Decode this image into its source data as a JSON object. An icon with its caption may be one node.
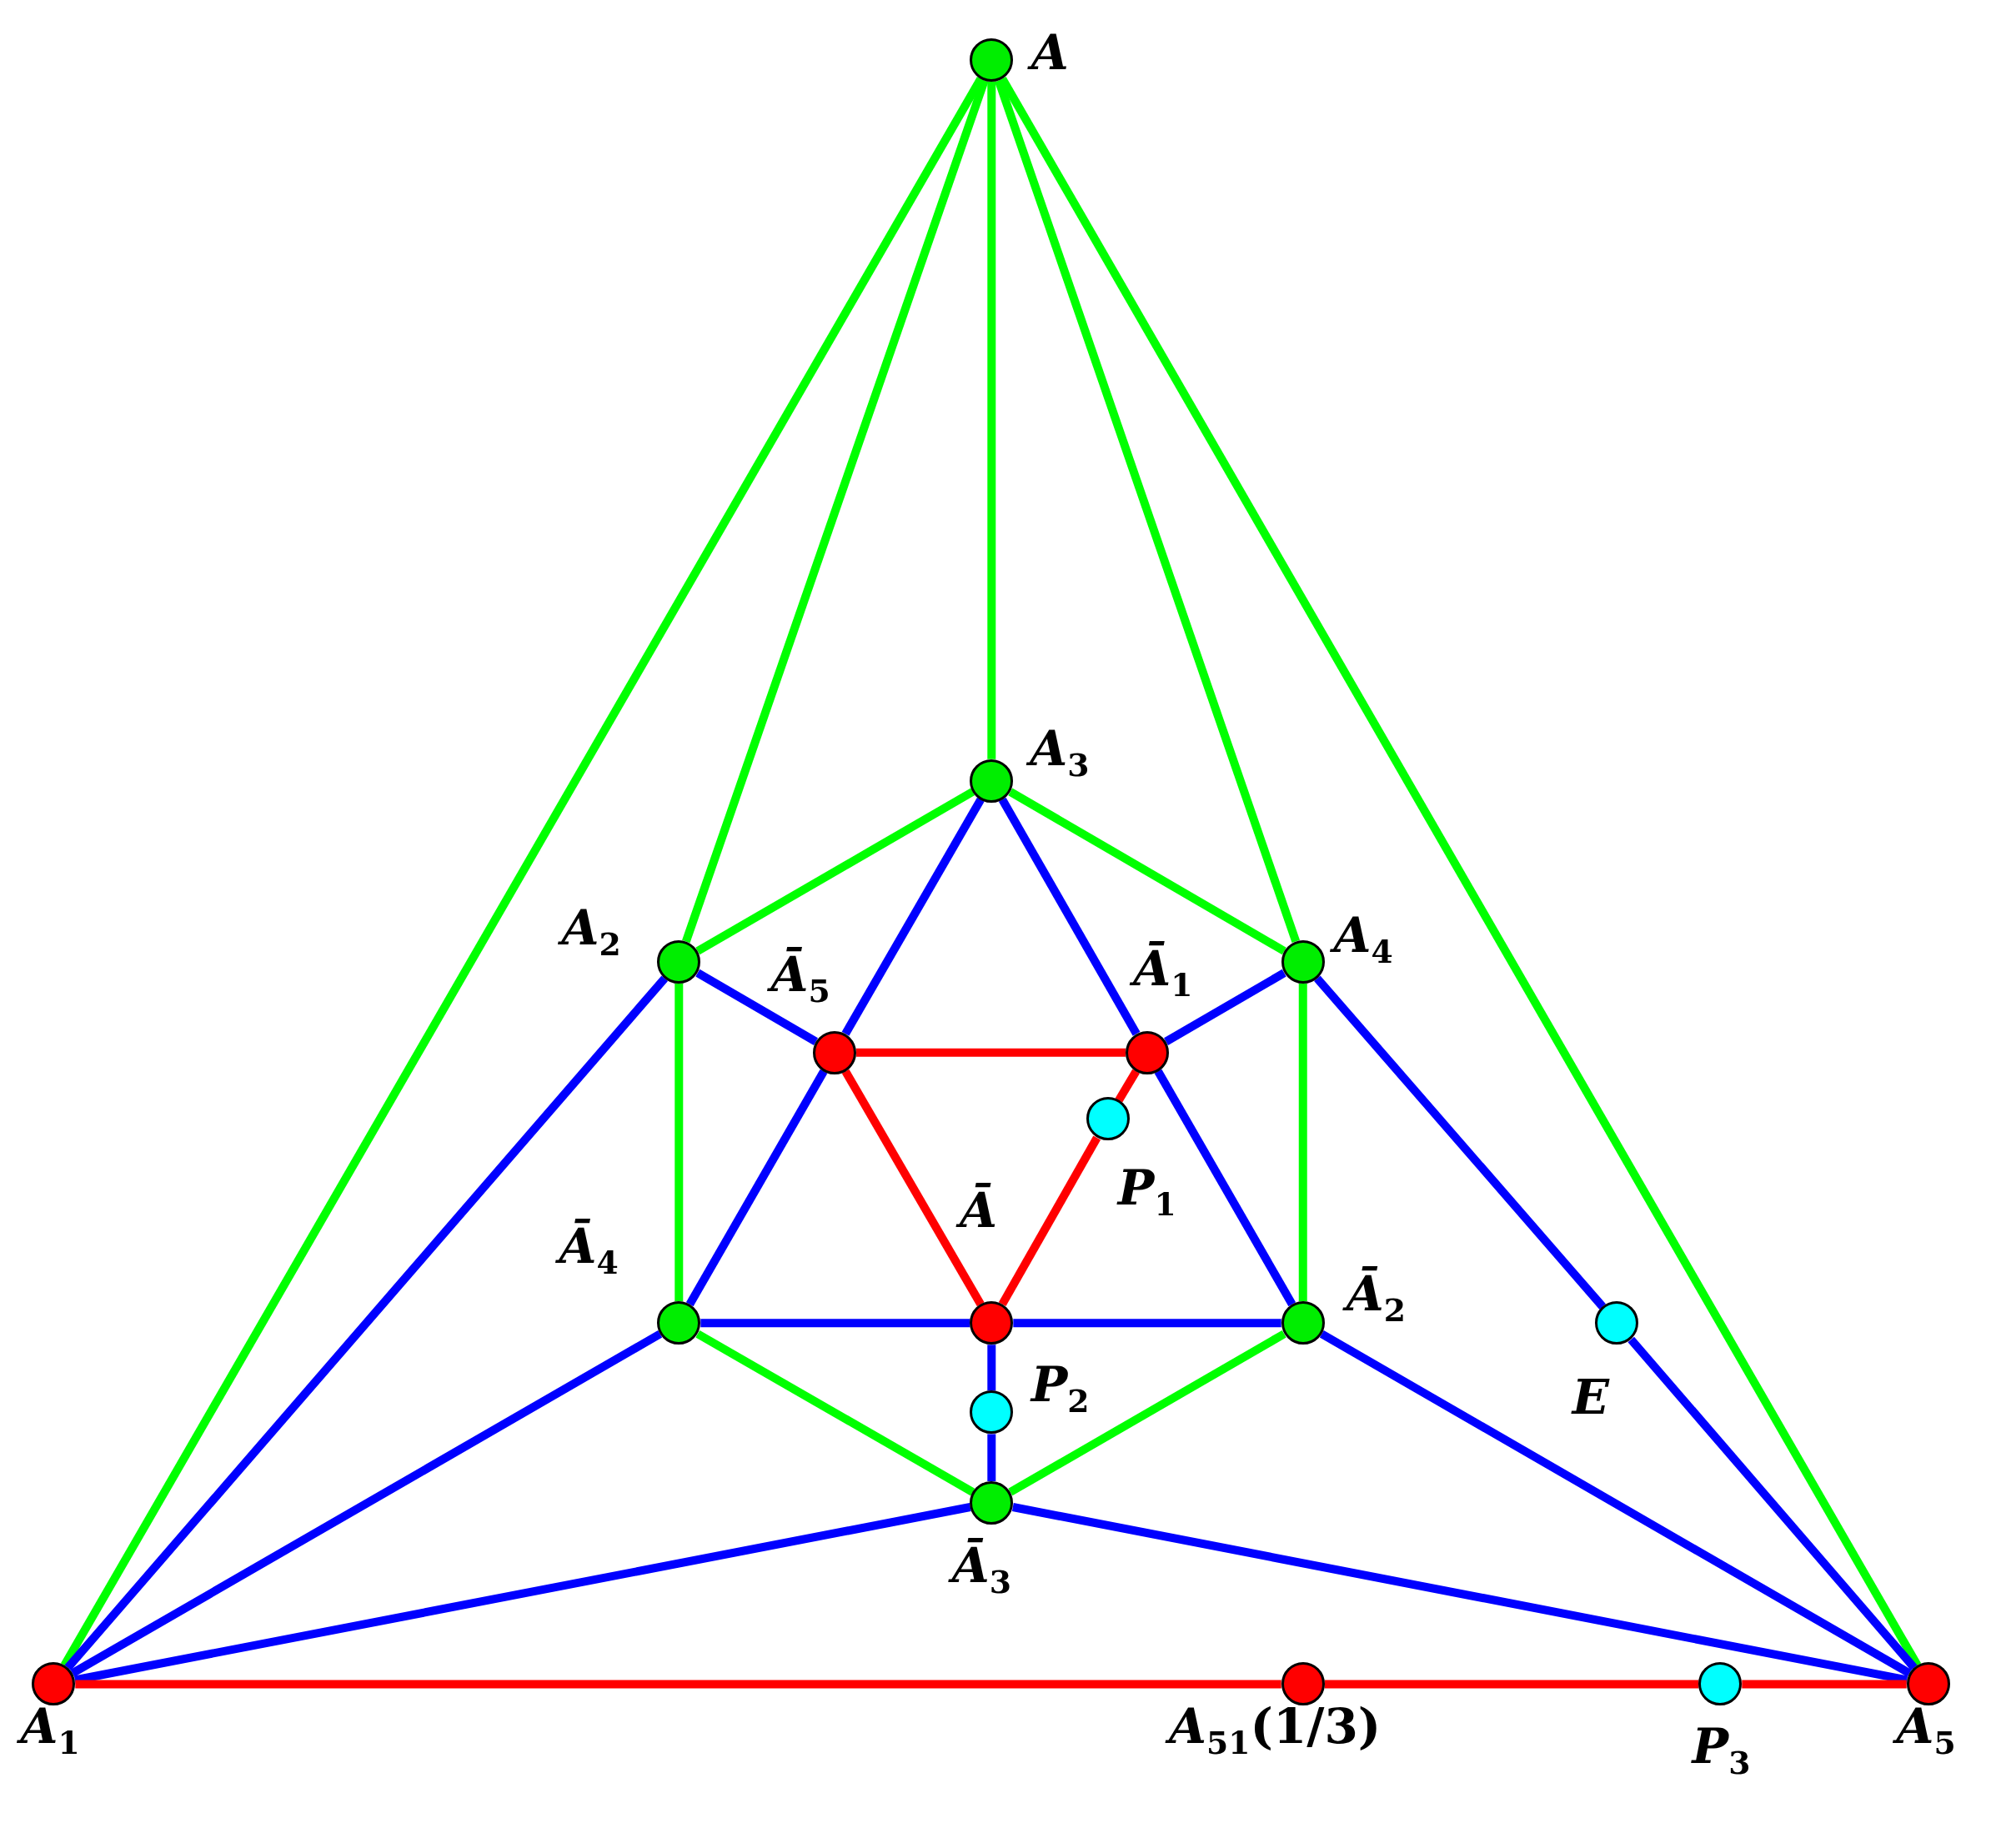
{
  "diagram": {
    "nodes": [
      {
        "text": [],
        "shape": "circle",
        "beside": [
          "*A*"
        ]
      },
      {
        "text": [],
        "shape": "circle",
        "beside": [
          "*A*$_{3}$"
        ]
      },
      {
        "text": [],
        "shape": "circle",
        "beside": [
          "*A*$_{2}$"
        ]
      },
      {
        "text": [],
        "shape": "circle",
        "beside": [
          "*A*$_{4}$"
        ]
      },
      {
        "text": [],
        "shape": "circle",
        "beside": [
          "*Ā*$_{5}$"
        ]
      },
      {
        "text": [],
        "shape": "circle",
        "beside": [
          "*Ā*$_{1}$"
        ]
      },
      {
        "text": [],
        "shape": "circle",
        "beside": [
          "*P*$_{1}$"
        ]
      },
      {
        "text": [],
        "shape": "circle",
        "beside": [
          "*Ā*$_{4}$"
        ]
      },
      {
        "text": [],
        "shape": "circle",
        "beside": [
          "*Ā*"
        ]
      },
      {
        "text": [],
        "shape": "circle",
        "beside": [
          "*Ā*$_{2}$"
        ]
      },
      {
        "text": [],
        "shape": "circle",
        "beside": [
          "*E*"
        ]
      },
      {
        "text": [],
        "shape": "circle",
        "beside": [
          "*P*$_{2}$"
        ]
      },
      {
        "text": [],
        "shape": "circle",
        "beside": [
          "*Ā*$_{3}$"
        ]
      },
      {
        "text": [],
        "shape": "circle",
        "beside": [
          "*A*$_{1}$"
        ]
      },
      {
        "text": [],
        "shape": "circle",
        "beside": [
          "*A*$_{51}$(1/3)"
        ]
      },
      {
        "text": [],
        "shape": "circle",
        "beside": [
          "*P*$_{3}$"
        ]
      },
      {
        "text": [],
        "shape": "circle",
        "beside": [
          "*A*$_{5}$"
        ]
      }
    ],
    "edges": [
      {
        "from": 0,
        "to": 13,
        "arrow": "none",
        "color": "#00ff00"
      },
      {
        "from": 0,
        "to": 2,
        "arrow": "none",
        "color": "#00ff00"
      },
      {
        "from": 0,
        "to": 1,
        "arrow": "none",
        "color": "#00ff00"
      },
      {
        "from": 0,
        "to": 3,
        "arrow": "none",
        "color": "#00ff00"
      },
      {
        "from": 0,
        "to": 16,
        "arrow": "none",
        "color": "#00ff00"
      },
      {
        "from": 1,
        "to": 2,
        "arrow": "none",
        "color": "#00ff00"
      },
      {
        "from": 1,
        "to": 3,
        "arrow": "none",
        "color": "#00ff00"
      },
      {
        "from": 2,
        "to": 7,
        "arrow": "none",
        "color": "#00ff00"
      },
      {
        "from": 3,
        "to": 9,
        "arrow": "none",
        "color": "#00ff00"
      },
      {
        "from": 7,
        "to": 12,
        "arrow": "none",
        "color": "#00ff00"
      },
      {
        "from": 9,
        "to": 12,
        "arrow": "none",
        "color": "#00ff00"
      },
      {
        "from": 1,
        "to": 4,
        "arrow": "none"
      },
      {
        "from": 1,
        "to": 5,
        "arrow": "none"
      },
      {
        "from": 2,
        "to": 4,
        "arrow": "none"
      },
      {
        "from": 3,
        "to": 5,
        "arrow": "none"
      },
      {
        "from": 4,
        "to": 7,
        "arrow": "none"
      },
      {
        "from": 5,
        "to": 9,
        "arrow": "none"
      },
      {
        "from": 7,
        "to": 8,
        "arrow": "none"
      },
      {
        "from": 8,
        "to": 9,
        "arrow": "none"
      },
      {
        "from": 8,
        "to": 11,
        "arrow": "none"
      },
      {
        "from": 11,
        "to": 12,
        "arrow": "none"
      },
      {
        "from": 2,
        "to": 13,
        "arrow": "none"
      },
      {
        "from": 7,
        "to": 13,
        "arrow": "none"
      },
      {
        "from": 12,
        "to": 13,
        "arrow": "none"
      },
      {
        "from": 12,
        "to": 16,
        "arrow": "none"
      },
      {
        "from": 9,
        "to": 16,
        "arrow": "none"
      },
      {
        "from": 3,
        "to": 10,
        "arrow": "none"
      },
      {
        "from": 10,
        "to": 16,
        "arrow": "none"
      },
      {
        "from": 4,
        "to": 5,
        "arrow": "none",
        "color": "#ff0000"
      },
      {
        "from": 4,
        "to": 8,
        "arrow": "none",
        "color": "#ff0000"
      },
      {
        "from": 8,
        "to": 6,
        "arrow": "none",
        "color": "#ff0000"
      },
      {
        "from": 6,
        "to": 5,
        "arrow": "none",
        "color": "#ff0000"
      },
      {
        "from": 13,
        "to": 14,
        "arrow": "none",
        "color": "#ff0000"
      },
      {
        "from": 14,
        "to": 15,
        "arrow": "none",
        "color": "#ff0000"
      },
      {
        "from": 15,
        "to": 16,
        "arrow": "none",
        "color": "#ff0000"
      }
    ]
  }
}
